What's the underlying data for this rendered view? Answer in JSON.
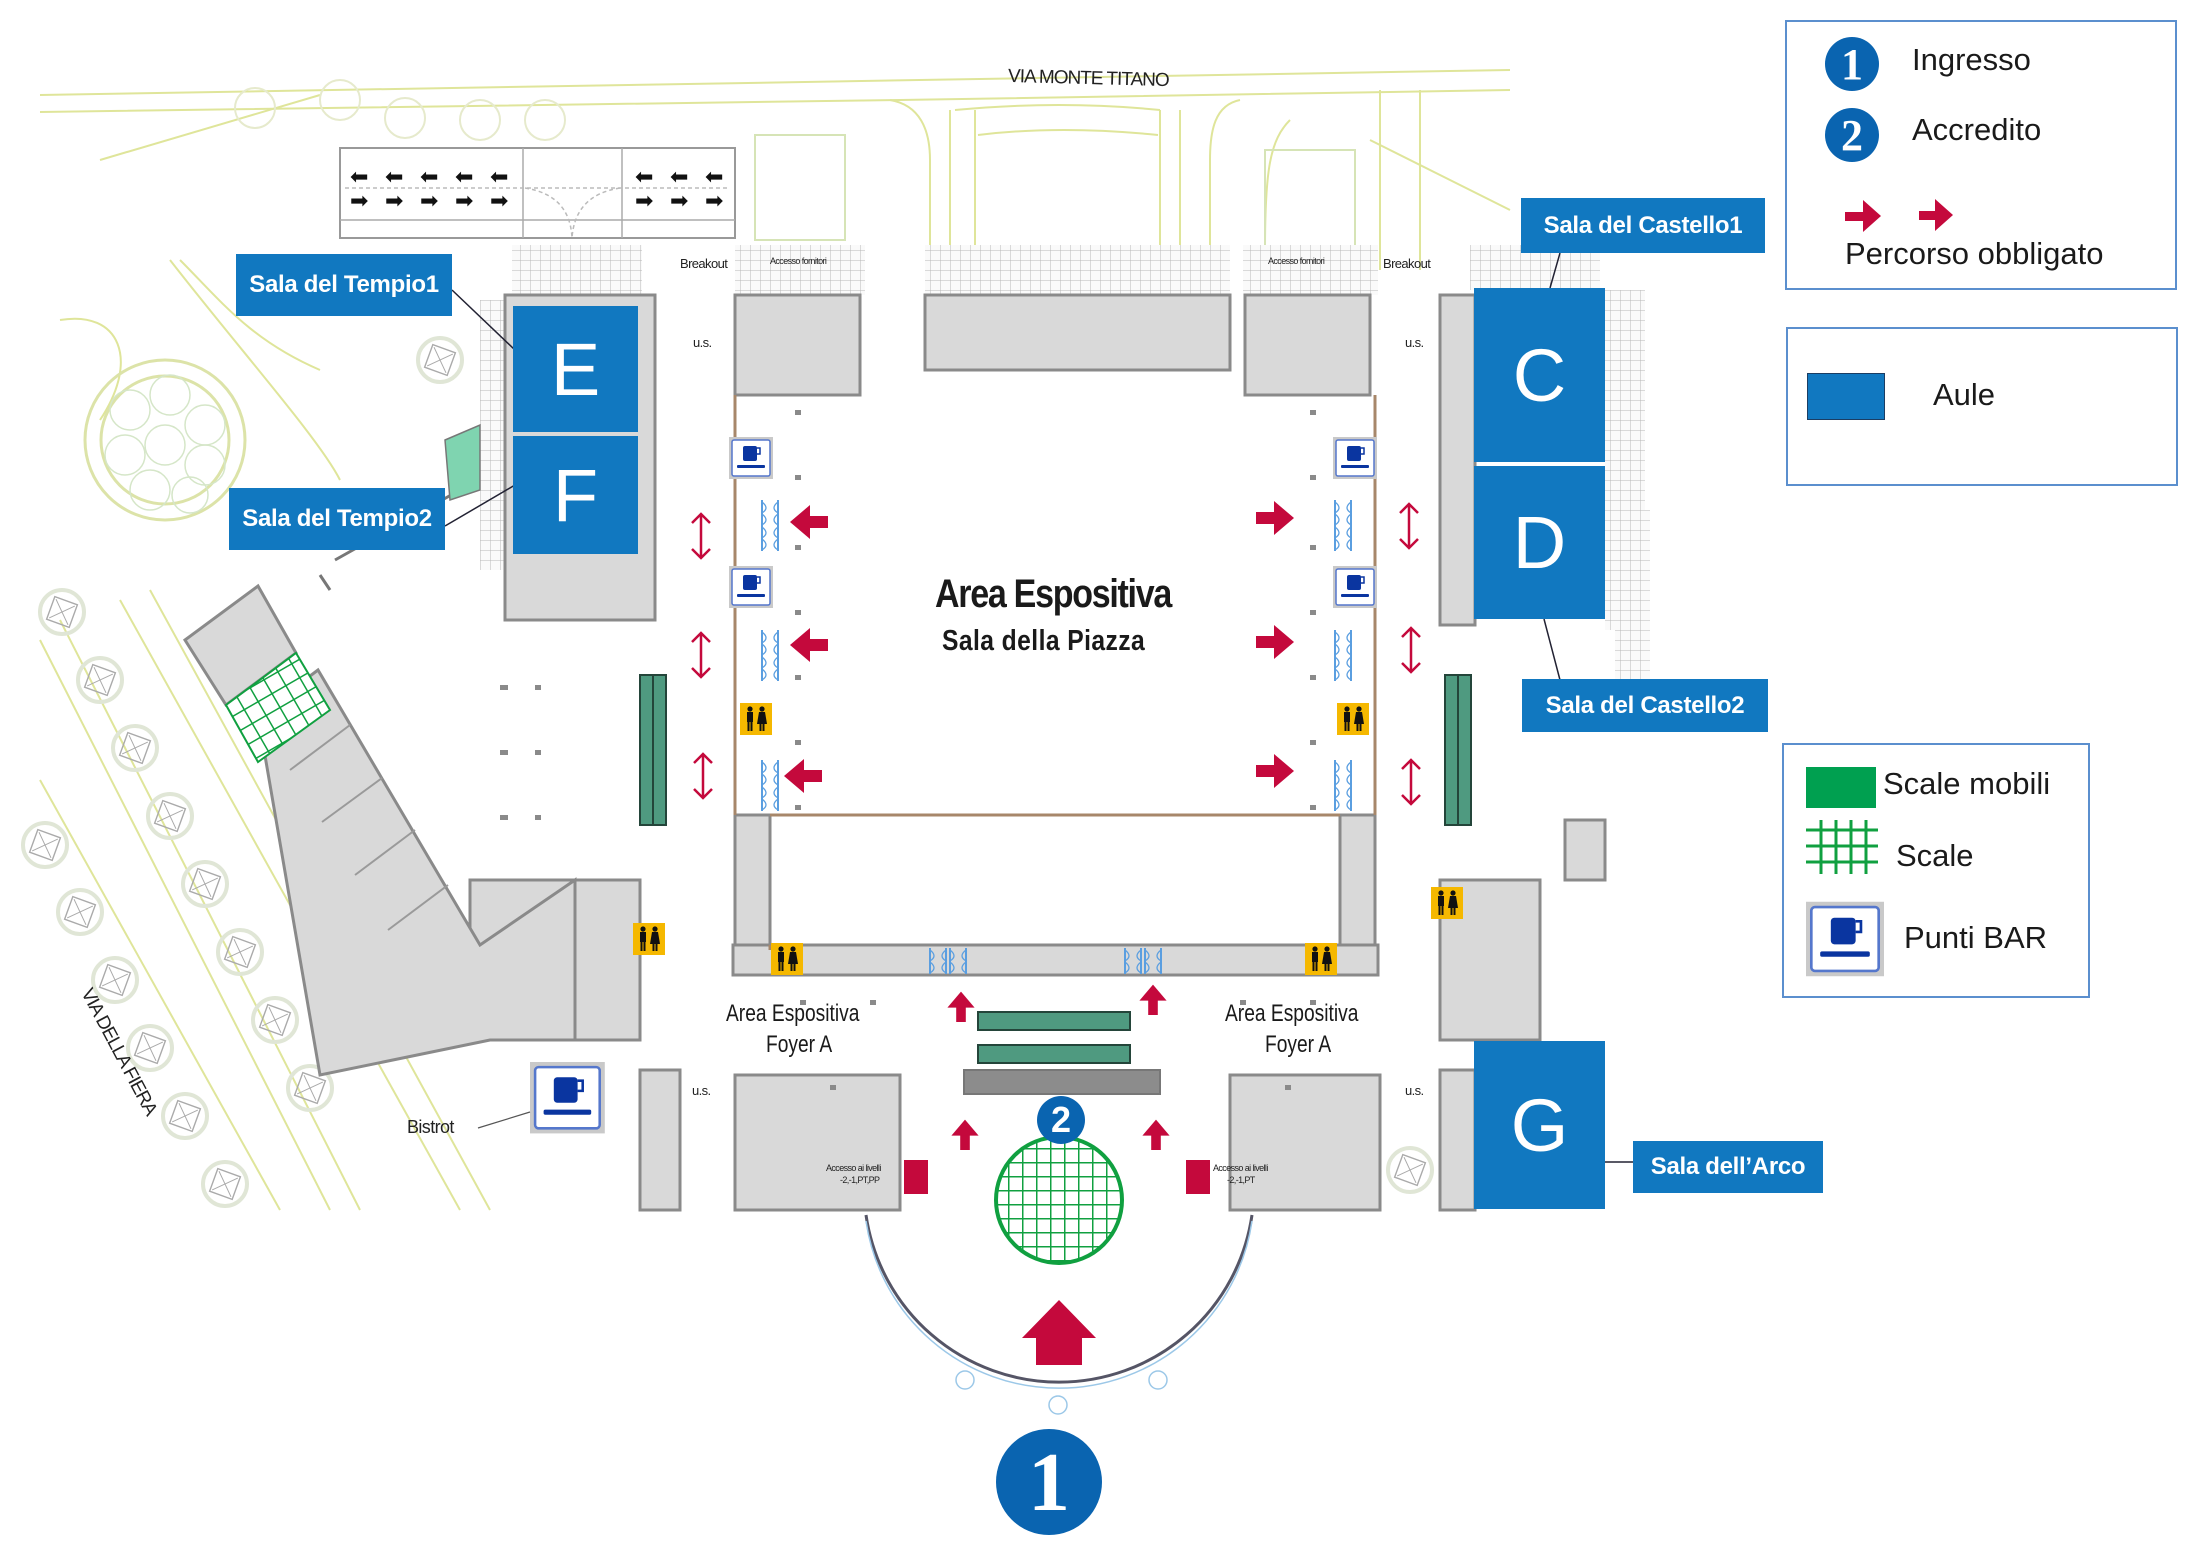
{
  "map": {
    "streets": {
      "north": "VIA MONTE TITANO",
      "west": "VIA DELLA FIERA"
    },
    "central_hall": {
      "title": "Area Espositiva",
      "subtitle": "Sala della Piazza"
    },
    "foyers": [
      {
        "line1": "Area Espositiva",
        "line2": "Foyer A"
      },
      {
        "line1": "Area Espositiva",
        "line2": "Foyer A"
      }
    ],
    "rooms": [
      {
        "letter": "E",
        "name": "Sala del Tempio1"
      },
      {
        "letter": "F",
        "name": "Sala del Tempio2"
      },
      {
        "letter": "C",
        "name": "Sala del Castello1"
      },
      {
        "letter": "D",
        "name": "Sala del Castello2"
      },
      {
        "letter": "G",
        "name": "Sala dell’Arco"
      }
    ],
    "small_labels": {
      "breakout_left": "Breakout",
      "breakout_right": "Breakout",
      "supplier_access_left": "Accesso fornitori",
      "supplier_access_right": "Accesso fornitori",
      "emergency_exit": "u.s.",
      "level_access_left_1": "Accesso ai livelli",
      "level_access_left_2": "-2,-1,PT,PP",
      "level_access_right_1": "Accesso ai livelli",
      "level_access_right_2": "-2,-1,PT",
      "bistrot": "Bistrot"
    },
    "markers": {
      "entrance": "1",
      "accreditation": "2"
    },
    "colors": {
      "room_blue": "#1178c0",
      "badge_blue": "#0a64b0",
      "route_red": "#c4093c",
      "escalator_green": "#00a050",
      "stairs_green": "#10a040",
      "bar_blue": "#0a35a0",
      "toilet_yellow": "#f5b800"
    }
  },
  "legend": {
    "box1": {
      "items": [
        {
          "icon": "number-1-badge",
          "badge": "1",
          "label": "Ingresso"
        },
        {
          "icon": "number-2-badge",
          "badge": "2",
          "label": "Accredito"
        },
        {
          "icon": "red-arrow-icon",
          "label": "Percorso obbligato"
        }
      ]
    },
    "box2": {
      "items": [
        {
          "icon": "blue-swatch",
          "label": "Aule"
        }
      ]
    },
    "box3": {
      "items": [
        {
          "icon": "green-swatch",
          "label": "Scale mobili"
        },
        {
          "icon": "green-grid",
          "label": "Scale"
        },
        {
          "icon": "coffee-cup-icon",
          "label": "Punti BAR"
        }
      ]
    }
  }
}
